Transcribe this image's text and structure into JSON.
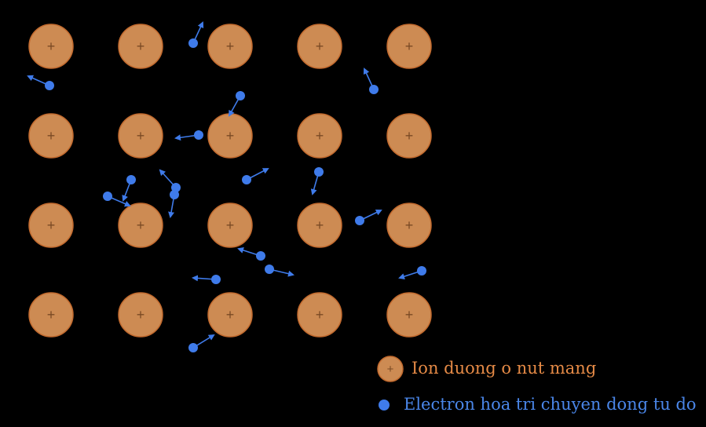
{
  "colors": {
    "background": "#000000",
    "ion_fill": "#CD8B53",
    "ion_stroke": "#C26A2E",
    "ion_plus": "#7A4A24",
    "electron": "#3F7BEA",
    "ion_label": "#E58A46",
    "electron_label": "#4A86E8"
  },
  "lattice": {
    "rows": 4,
    "cols": 5,
    "ion_symbol": "+"
  },
  "electrons": [
    {
      "dir": "up-right"
    },
    {
      "dir": "up-left"
    },
    {
      "dir": "up-left"
    },
    {
      "dir": "down-left"
    },
    {
      "dir": "left"
    },
    {
      "dir": "down-left"
    },
    {
      "dir": "down-right"
    },
    {
      "dir": "up-left"
    },
    {
      "dir": "down"
    },
    {
      "dir": "up-right"
    },
    {
      "dir": "down"
    },
    {
      "dir": "up-right"
    },
    {
      "dir": "up-left"
    },
    {
      "dir": "down-right"
    },
    {
      "dir": "left"
    },
    {
      "dir": "down-left"
    },
    {
      "dir": "up-right"
    }
  ],
  "legend": {
    "ion_label": "Ion duong o nut mang",
    "electron_label": "Electron hoa tri chuyen dong tu do"
  }
}
